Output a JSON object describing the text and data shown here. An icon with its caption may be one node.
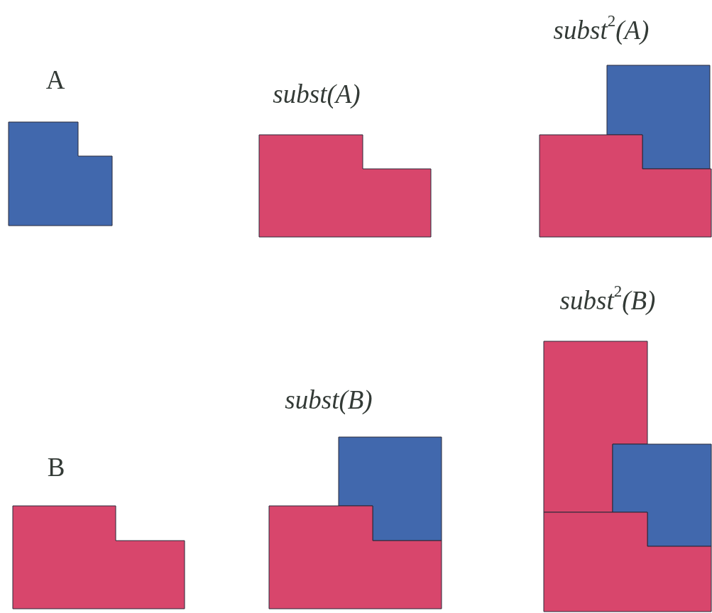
{
  "diagram": {
    "labels": [
      "A",
      "subst(A)",
      "subst$^{2}$(A)",
      "B",
      "subst(B)",
      "subst$^{2}$(B)"
    ]
  }
}
